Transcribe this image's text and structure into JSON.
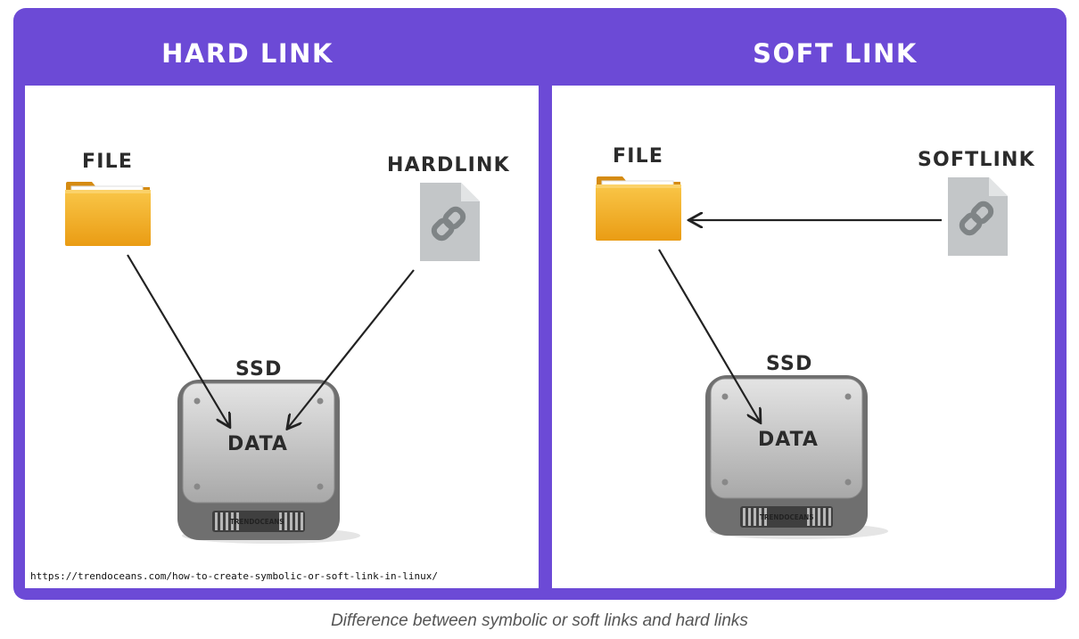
{
  "hard_link": {
    "title": "HARD LINK",
    "file_label": "FILE",
    "link_label": "HARDLINK",
    "drive_label": "SSD",
    "data_label": "DATA",
    "brand": "TRENDOCEANS"
  },
  "soft_link": {
    "title": "SOFT LINK",
    "file_label": "FILE",
    "link_label": "SOFTLINK",
    "drive_label": "SSD",
    "data_label": "DATA",
    "brand": "TRENDOCEANS"
  },
  "source_url": "https://trendoceans.com/how-to-create-symbolic-or-soft-link-in-linux/",
  "caption": "Difference between symbolic or soft links and hard links",
  "colors": {
    "frame": "#6c4ad6",
    "folder": "#f2a520",
    "file_icon": "#c3c6c8",
    "drive": "#8e8e8e"
  },
  "icons": [
    "folder-icon",
    "link-file-icon",
    "ssd-drive-icon"
  ]
}
